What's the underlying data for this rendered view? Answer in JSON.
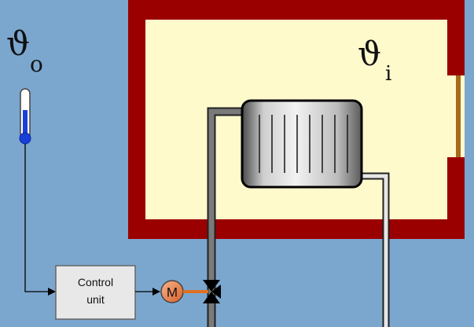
{
  "symbols": {
    "outdoor_symbol": "ϑ",
    "outdoor_subscript": "o",
    "indoor_symbol": "ϑ",
    "indoor_subscript": "i"
  },
  "control_unit": {
    "line1": "Control",
    "line2": "unit"
  },
  "motor": {
    "label": "M"
  },
  "colors": {
    "background": "#7ba7cf",
    "wall": "#9b0000",
    "room_interior": "#fffacc",
    "door": "#a86a1c",
    "supply_pipe": "#7a7a7a",
    "return_pipe": "#e6e6e6",
    "motor_fill": "#e8804a",
    "actuator_rod": "#e07020",
    "control_unit_fill": "#e8e8e8",
    "thermometer_liquid": "#1a3fd8",
    "signal_line": "#000000"
  },
  "icons": {
    "thermometer": "thermometer-icon",
    "radiator": "radiator-icon",
    "motor": "motor-icon",
    "valve": "valve-icon"
  }
}
